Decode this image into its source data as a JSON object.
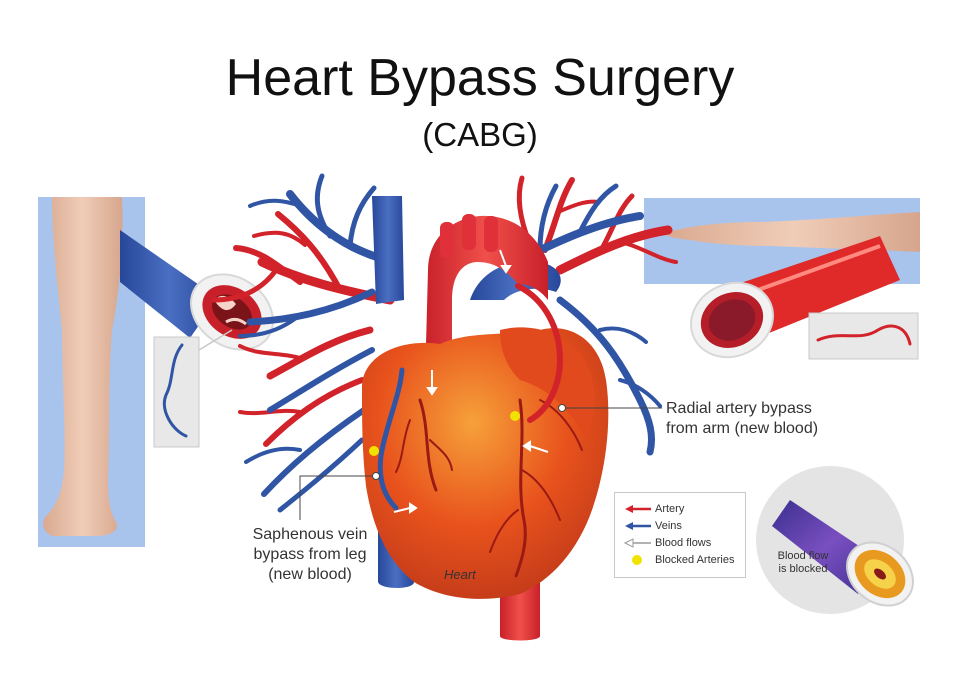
{
  "title": "Heart Bypass Surgery",
  "subtitle": "(CABG)",
  "labels": {
    "radial": [
      "Radial artery bypass",
      "from arm (new blood)"
    ],
    "saphenous": [
      "Saphenous vein",
      "bypass from leg",
      "(new blood)"
    ],
    "heart": "Heart",
    "blocked": [
      "Blood flow",
      "is blocked"
    ]
  },
  "legend": [
    {
      "symbol": "artery-arrow-icon",
      "label": "Artery",
      "color": "#d2232a"
    },
    {
      "symbol": "vein-arrow-icon",
      "label": "Veins",
      "color": "#2f55a4"
    },
    {
      "symbol": "blood-flow-arrow-icon",
      "label": "Blood flows",
      "color": "#ffffff"
    },
    {
      "symbol": "blocked-dot-icon",
      "label": "Blocked Arteries",
      "color": "#f2e200"
    }
  ],
  "colors": {
    "artery": "#d2232a",
    "vein": "#2f55a4",
    "heart": "#e8521c",
    "panel": "#a9c4ec",
    "blocked": "#f2e200"
  }
}
